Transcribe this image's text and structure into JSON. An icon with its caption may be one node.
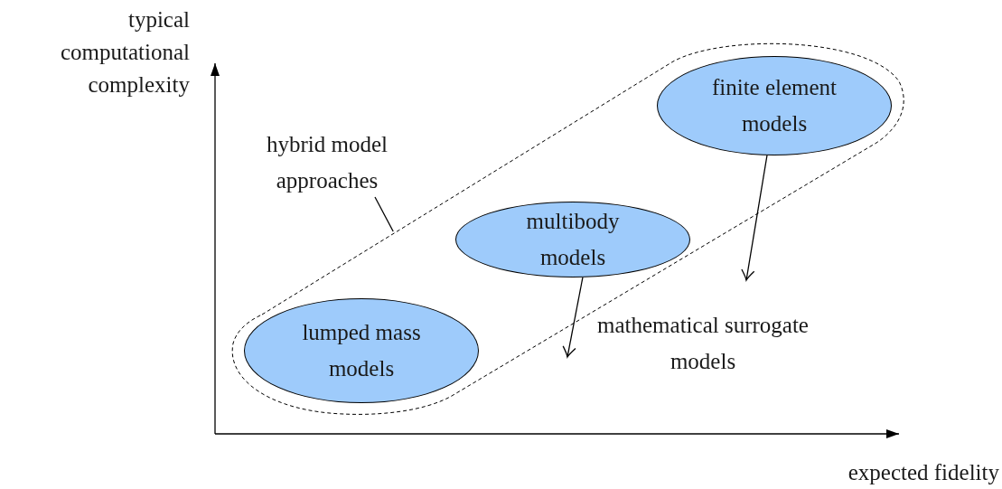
{
  "diagram": {
    "nodes": [
      {
        "text": [
          "hybrid model approaches"
        ]
      },
      {
        "text": [],
        "shape": "band"
      },
      {
        "text": [
          "lumped mass models"
        ],
        "in": 1
      },
      {
        "text": [
          "multibody models"
        ],
        "in": 1
      },
      {
        "text": [
          "finite element models"
        ],
        "in": 1
      },
      {
        "text": [
          "mathematical surrogate models"
        ]
      }
    ],
    "edges": [
      {
        "from": 0,
        "to": 1,
        "arrow": "none"
      },
      {
        "from": 3,
        "to": 5,
        "arrow": "to"
      },
      {
        "from": 4,
        "to": 5,
        "arrow": "to"
      }
    ],
    "labels": [
      "typical computational complexity",
      "expected fidelity"
    ]
  }
}
